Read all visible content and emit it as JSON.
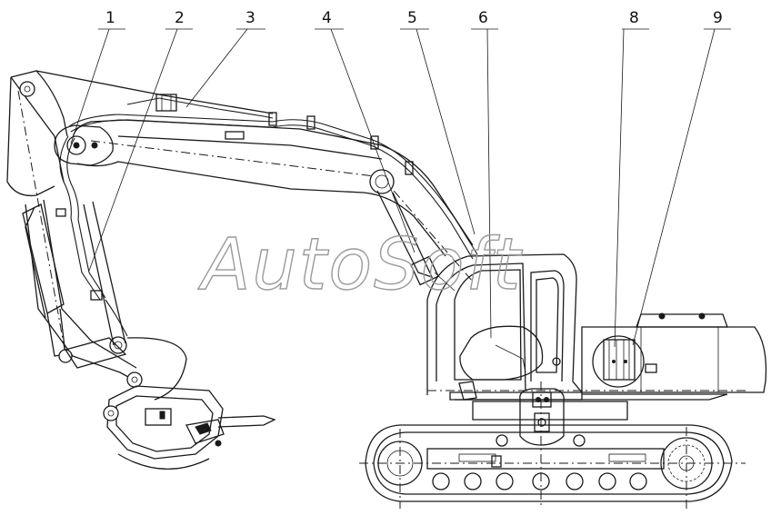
{
  "callouts": [
    {
      "id": "1",
      "label": "1"
    },
    {
      "id": "2",
      "label": "2"
    },
    {
      "id": "3",
      "label": "3"
    },
    {
      "id": "4",
      "label": "4"
    },
    {
      "id": "5",
      "label": "5"
    },
    {
      "id": "6",
      "label": "6"
    },
    {
      "id": "8",
      "label": "8"
    },
    {
      "id": "9",
      "label": "9"
    }
  ],
  "watermark": {
    "text": "AutoSoft"
  },
  "colors": {
    "line": "#1a1a1a",
    "watermark": "#9a9a9a",
    "background": "#ffffff"
  }
}
